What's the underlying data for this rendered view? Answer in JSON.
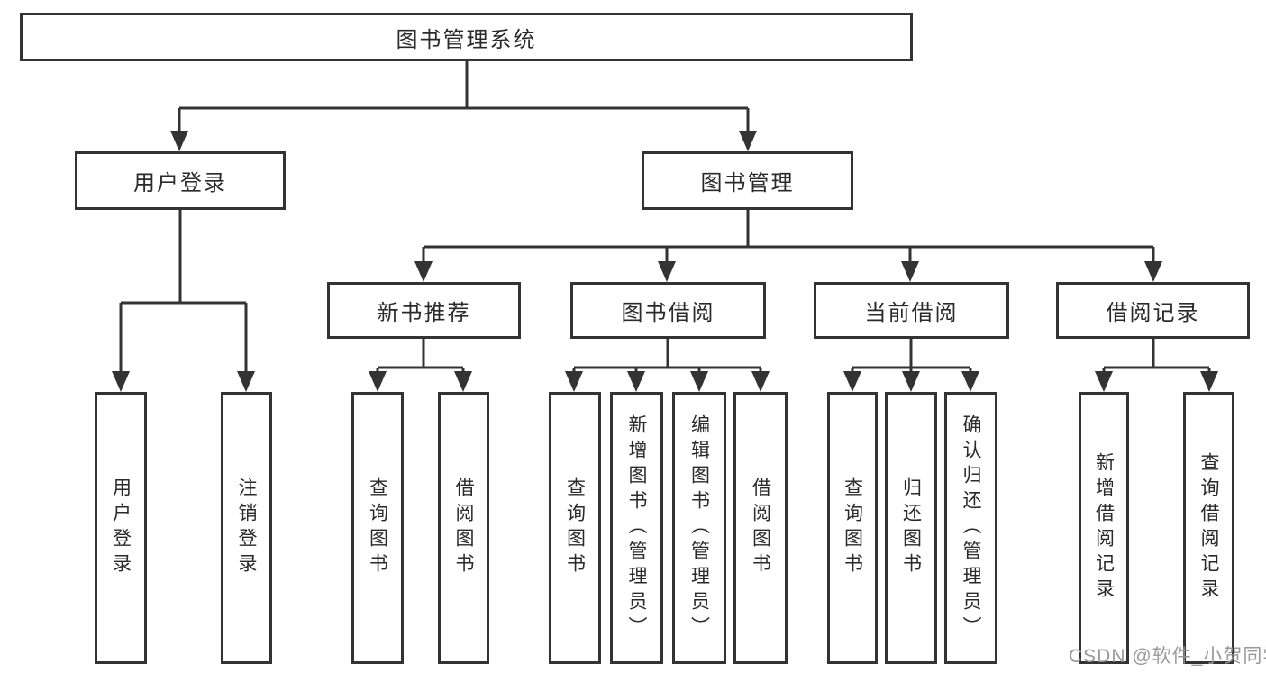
{
  "diagram": {
    "title": "图书管理系统",
    "level2": {
      "login": "用户登录",
      "bookmgmt": "图书管理"
    },
    "level3": {
      "newbook": "新书推荐",
      "borrow": "图书借阅",
      "current": "当前借阅",
      "records": "借阅记录"
    },
    "leaves": {
      "login": [
        "用户登录",
        "注销登录"
      ],
      "newbook": [
        "查询图书",
        "借阅图书"
      ],
      "borrow": [
        "查询图书",
        "新增图书（管理员）",
        "编辑图书（管理员）",
        "借阅图书"
      ],
      "current": [
        "查询图书",
        "归还图书",
        "确认归还（管理员）"
      ],
      "records": [
        "新增借阅记录",
        "查询借阅记录"
      ]
    },
    "colors": {
      "line": "#333333",
      "box_border": "#333333",
      "text": "#2a2a2a",
      "watermark": "#949494",
      "background": "#ffffff"
    },
    "watermark": "CSDN @软件_小贺同学"
  }
}
